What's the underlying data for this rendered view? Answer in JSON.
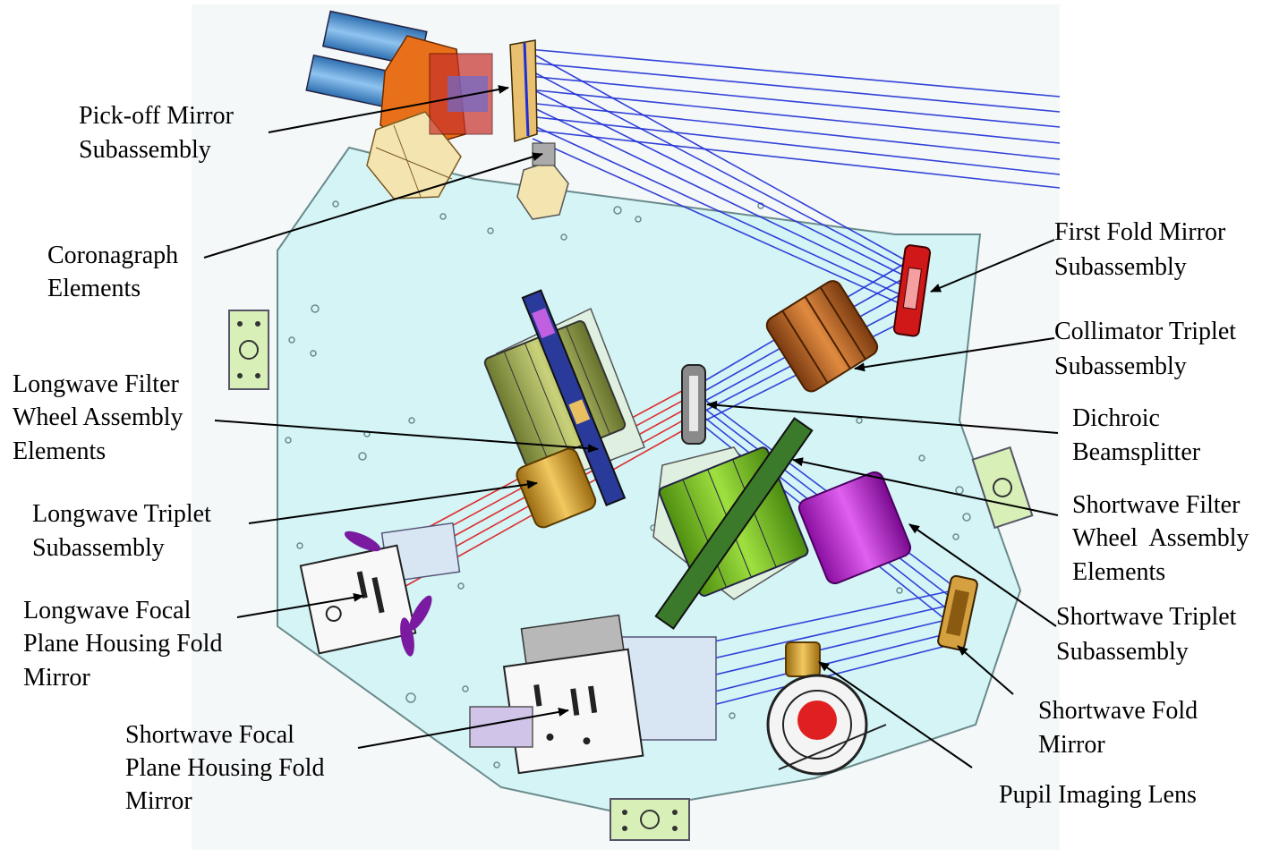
{
  "labels": {
    "pickoff": [
      "Pick-off Mirror",
      "Subassembly"
    ],
    "coronagraph": [
      "Coronagraph",
      "Elements"
    ],
    "lw_filter": [
      "Longwave Filter",
      "Wheel Assembly",
      "Elements"
    ],
    "lw_triplet": [
      "Longwave Triplet",
      "Subassembly"
    ],
    "lw_fpa": [
      "Longwave Focal",
      "Plane Housing Fold",
      "Mirror"
    ],
    "sw_fpa": [
      "Shortwave Focal",
      "Plane Housing Fold",
      "Mirror"
    ],
    "first_fold": [
      "First Fold Mirror",
      "Subassembly"
    ],
    "collimator": [
      "Collimator Triplet",
      "Subassembly"
    ],
    "dichroic": [
      "Dichroic",
      "Beamsplitter"
    ],
    "sw_filter": [
      "Shortwave Filter",
      "Wheel  Assembly",
      "Elements"
    ],
    "sw_triplet": [
      "Shortwave Triplet",
      "Subassembly"
    ],
    "sw_fold": [
      "Shortwave Fold",
      "Mirror"
    ],
    "pupil": [
      "Pupil Imaging Lens"
    ]
  },
  "colors": {
    "bench": "#d4f4f6",
    "sw_rays": "#1f2fd6",
    "lw_rays": "#e01818",
    "arrow": "#000000"
  }
}
